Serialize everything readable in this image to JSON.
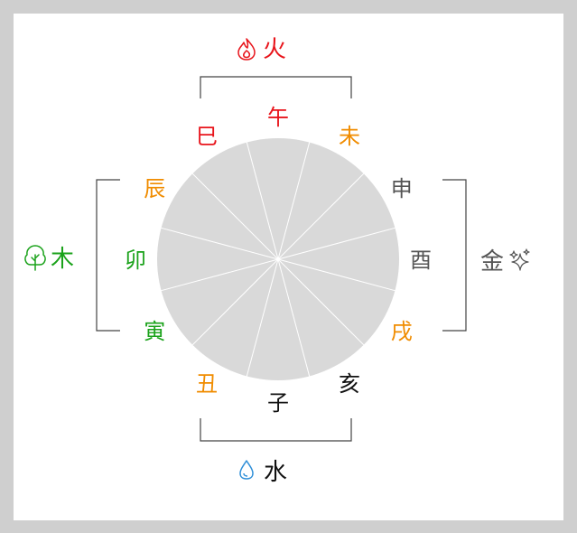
{
  "elements": {
    "fire": {
      "label": "火",
      "icon": "flame-icon",
      "color": "#e8141b"
    },
    "wood": {
      "label": "木",
      "icon": "tree-icon",
      "color": "#1aa21a"
    },
    "metal": {
      "label": "金",
      "icon": "sparkles-icon",
      "color": "#555555"
    },
    "water": {
      "label": "水",
      "icon": "droplet-icon",
      "color": "#111111",
      "icon_color": "#2f8fd8"
    }
  },
  "branches": [
    {
      "id": "wu",
      "label": "午",
      "color": "#e8141b"
    },
    {
      "id": "wei",
      "label": "未",
      "color": "#f08c00"
    },
    {
      "id": "shen",
      "label": "申",
      "color": "#555555"
    },
    {
      "id": "you",
      "label": "酉",
      "color": "#555555"
    },
    {
      "id": "xu",
      "label": "戌",
      "color": "#f08c00"
    },
    {
      "id": "hai",
      "label": "亥",
      "color": "#111111"
    },
    {
      "id": "zi",
      "label": "子",
      "color": "#111111"
    },
    {
      "id": "chou",
      "label": "丑",
      "color": "#f08c00"
    },
    {
      "id": "yin",
      "label": "寅",
      "color": "#1aa21a"
    },
    {
      "id": "mao",
      "label": "卯",
      "color": "#1aa21a"
    },
    {
      "id": "chen",
      "label": "辰",
      "color": "#f08c00"
    },
    {
      "id": "si",
      "label": "巳",
      "color": "#e8141b"
    }
  ],
  "colors": {
    "background": "#cfcfcf",
    "panel": "#ffffff",
    "wheel": "#d9d9d9",
    "spokes": "#ffffff",
    "brackets": "#444444"
  }
}
